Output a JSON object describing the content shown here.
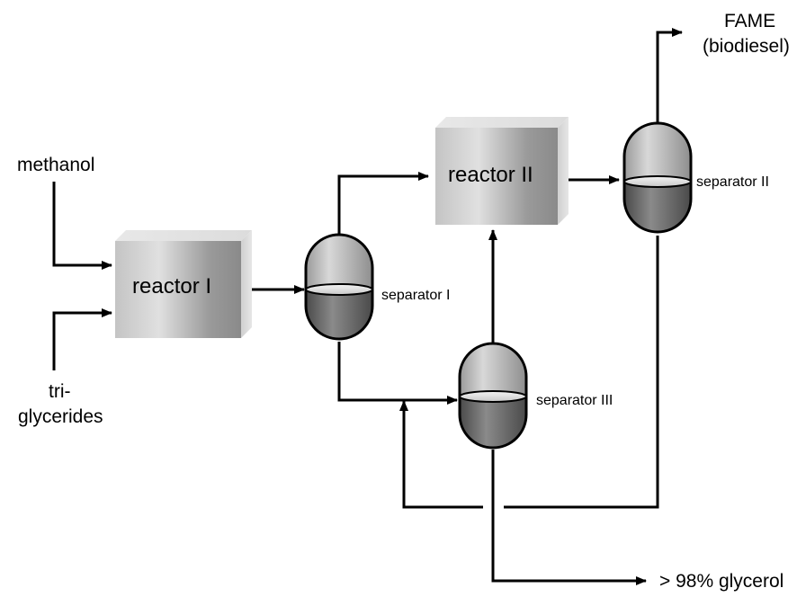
{
  "inputs": {
    "methanol": "methanol",
    "triglycerides_line1": "tri-",
    "triglycerides_line2": "glycerides"
  },
  "units": {
    "reactor_1": "reactor I",
    "reactor_2": "reactor II",
    "separator_1": "separator I",
    "separator_2": "separator II",
    "separator_3": "separator III"
  },
  "outputs": {
    "fame_line1": "FAME",
    "fame_line2": "(biodiesel)",
    "glycerol": "> 98% glycerol"
  }
}
